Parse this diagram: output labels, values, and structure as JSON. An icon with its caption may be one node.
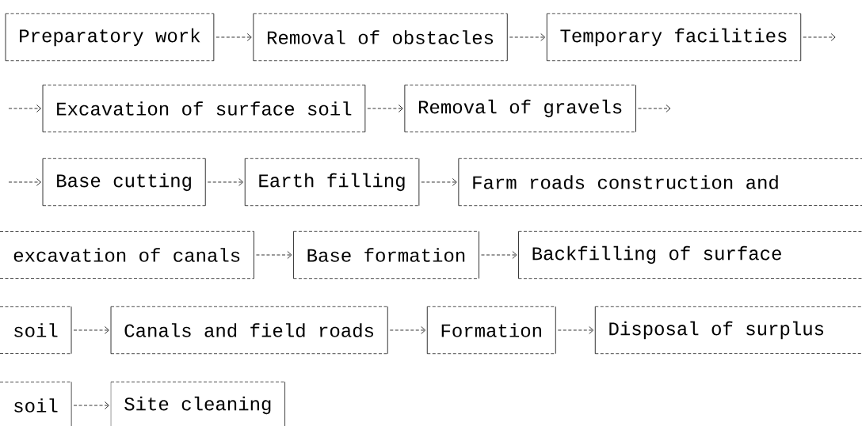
{
  "diagram": {
    "nodes": [
      {
        "text": [
          "Preparatory work"
        ]
      },
      {
        "text": [
          "Removal of obstacles"
        ]
      },
      {
        "text": [
          "Temporary facilities"
        ]
      },
      {
        "text": [
          "Excavation of surface soil"
        ]
      },
      {
        "text": [
          "Removal of gravels"
        ]
      },
      {
        "text": [
          "Base cutting"
        ]
      },
      {
        "text": [
          "Earth filling"
        ]
      },
      {
        "text": [
          "Farm roads construction and"
        ]
      },
      {
        "text": [
          "excavation of canals"
        ]
      },
      {
        "text": [
          "Base formation"
        ]
      },
      {
        "text": [
          "Backfilling of surface"
        ]
      },
      {
        "text": [
          "soil"
        ]
      },
      {
        "text": [
          "Canals and field roads"
        ]
      },
      {
        "text": [
          "Formation"
        ]
      },
      {
        "text": [
          "Disposal of surplus"
        ]
      },
      {
        "text": [
          "soil"
        ]
      },
      {
        "text": [
          "Site cleaning"
        ]
      }
    ],
    "edges": [
      {
        "from": 0,
        "to": 1,
        "arrow": "to"
      },
      {
        "from": 1,
        "to": 2,
        "arrow": "to"
      },
      {
        "from": 2,
        "to": null,
        "arrow": "to"
      },
      {
        "from": null,
        "to": 3,
        "arrow": "to"
      },
      {
        "from": 3,
        "to": 4,
        "arrow": "to"
      },
      {
        "from": 4,
        "to": null,
        "arrow": "to"
      },
      {
        "from": null,
        "to": 5,
        "arrow": "to"
      },
      {
        "from": 5,
        "to": 6,
        "arrow": "to"
      },
      {
        "from": 6,
        "to": 7,
        "arrow": "to"
      },
      {
        "from": 8,
        "to": 9,
        "arrow": "to"
      },
      {
        "from": 9,
        "to": 10,
        "arrow": "to"
      },
      {
        "from": 11,
        "to": 12,
        "arrow": "to"
      },
      {
        "from": 12,
        "to": 13,
        "arrow": "to"
      },
      {
        "from": 13,
        "to": 14,
        "arrow": "to"
      },
      {
        "from": 15,
        "to": 16,
        "arrow": "to"
      }
    ]
  }
}
